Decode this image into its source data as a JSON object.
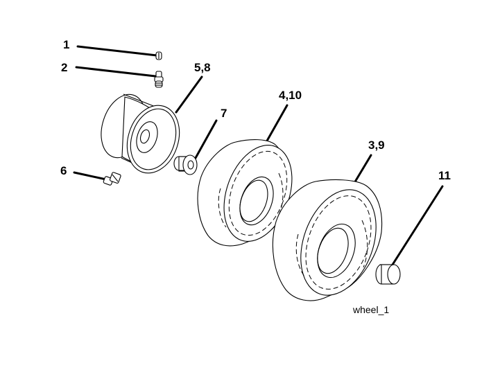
{
  "diagram": {
    "callouts": {
      "c1": "1",
      "c2": "2",
      "c58": "5,8",
      "c7": "7",
      "c410": "4,10",
      "c39": "3,9",
      "c6": "6",
      "c11": "11"
    },
    "caption": "wheel_1"
  }
}
